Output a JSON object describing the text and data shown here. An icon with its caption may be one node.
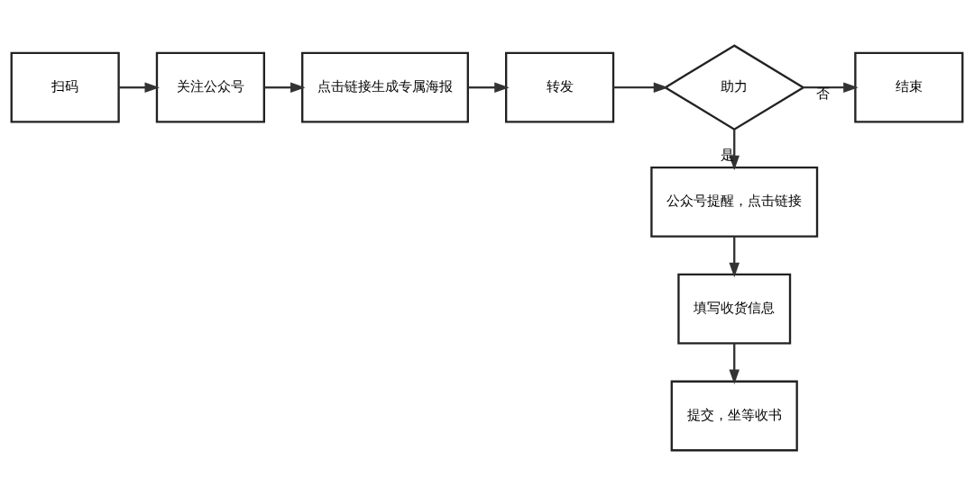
{
  "diagram": {
    "nodes": [
      {
        "text": [
          "扫码"
        ]
      },
      {
        "text": [
          "关注公众号"
        ]
      },
      {
        "text": [
          "点击链接生成专属海报"
        ]
      },
      {
        "text": [
          "转发"
        ]
      },
      {
        "text": [
          "助力"
        ]
      },
      {
        "text": [
          "结束"
        ]
      },
      {
        "text": [
          "公众号提醒，点击链接"
        ]
      },
      {
        "text": [
          "填写收货信息"
        ]
      },
      {
        "text": [
          "提交，坐等收书"
        ]
      }
    ],
    "edges": [
      {
        "from": 0,
        "to": 1,
        "arrow": "to"
      },
      {
        "from": 1,
        "to": 2,
        "arrow": "to"
      },
      {
        "from": 2,
        "to": 3,
        "arrow": "to"
      },
      {
        "from": 3,
        "to": 4,
        "arrow": "to"
      },
      {
        "from": 4,
        "to": 5,
        "arrow": "to",
        "label": "否"
      },
      {
        "from": 4,
        "to": 6,
        "arrow": "to",
        "label": "是"
      },
      {
        "from": 6,
        "to": 7,
        "arrow": "to"
      },
      {
        "from": 7,
        "to": 8,
        "arrow": "to"
      }
    ]
  }
}
